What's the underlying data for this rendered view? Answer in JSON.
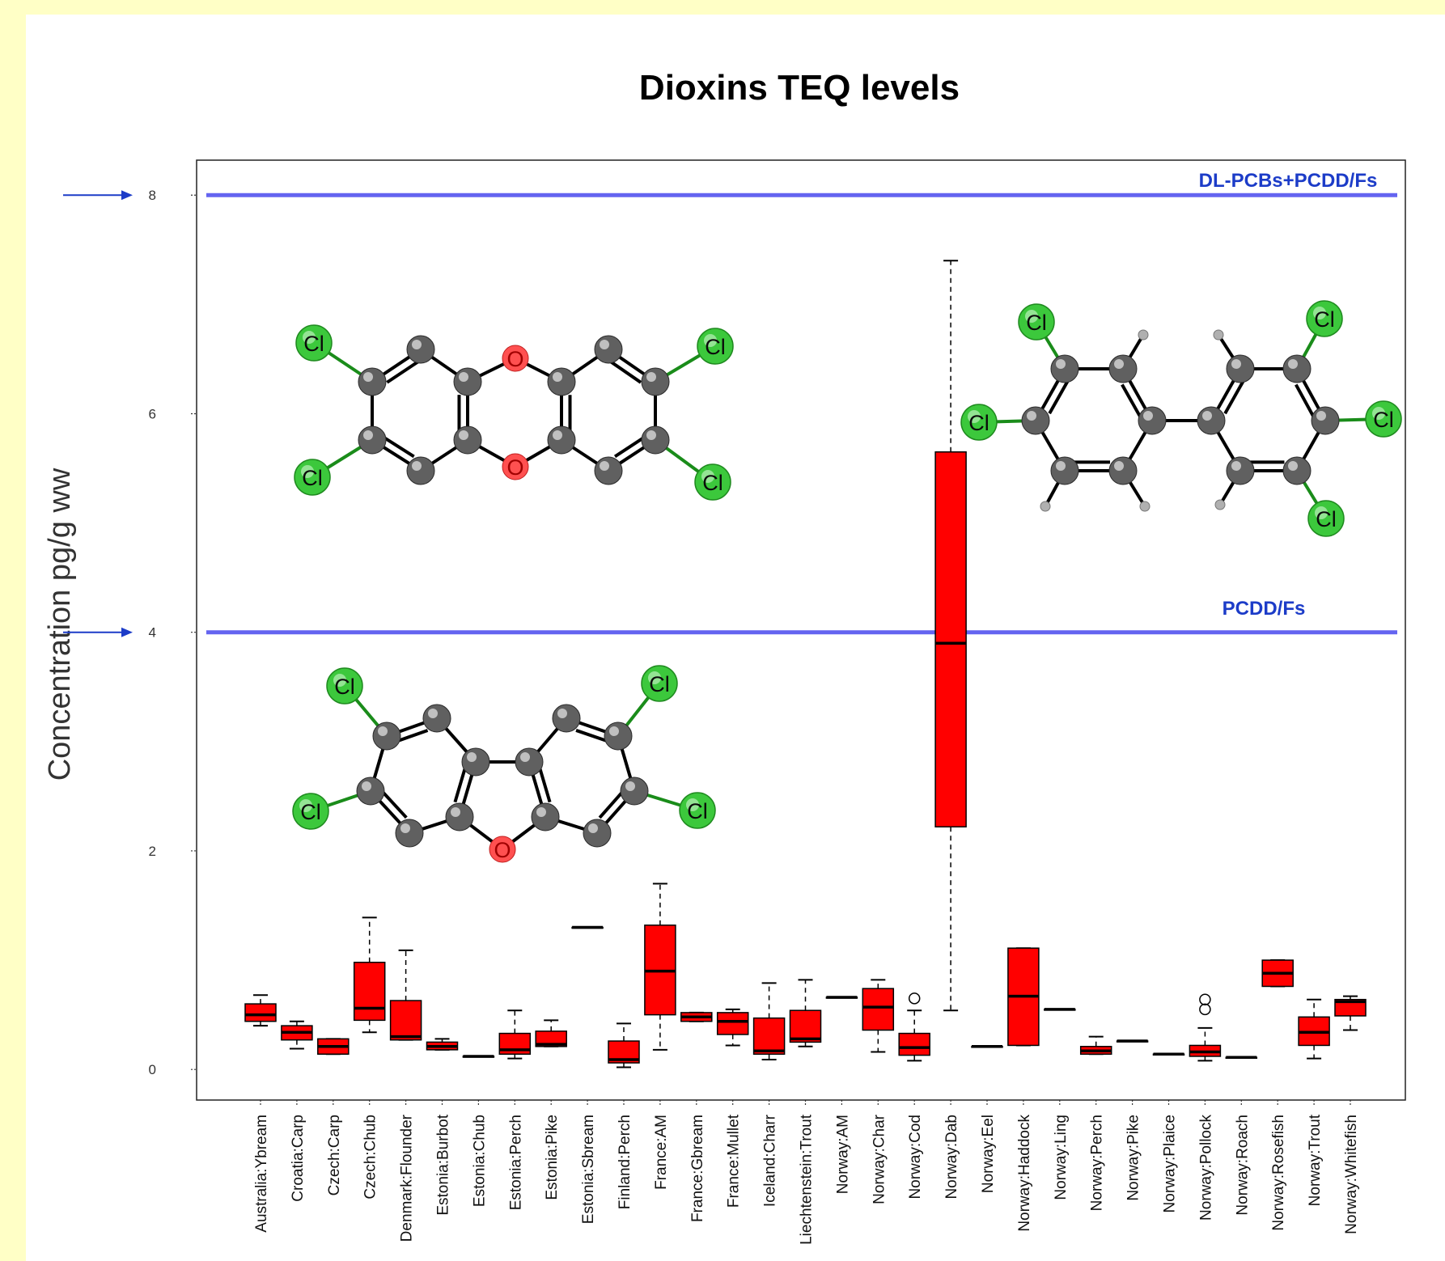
{
  "chart_data": {
    "type": "box",
    "title": "Dioxins TEQ levels",
    "xlabel": "",
    "ylabel": "Concentration pg/g ww",
    "ylim": [
      -0.28,
      8.32
    ],
    "yticks": [
      0,
      2,
      4,
      6,
      8
    ],
    "grid": false,
    "reference_lines": [
      {
        "label": "DL-PCBs+PCDD/Fs",
        "value": 8
      },
      {
        "label": "PCDD/Fs",
        "value": 4
      }
    ],
    "molecule_atom_label_chlorine": "Cl",
    "molecule_atom_label_oxygen": "O",
    "categories": [
      "Australia:Ybream",
      "Croatia:Carp",
      "Czech:Carp",
      "Czech:Chub",
      "Denmark:Flounder",
      "Estonia:Burbot",
      "Estonia:Chub",
      "Estonia:Perch",
      "Estonia:Pike",
      "Estonia:Sbream",
      "Finland:Perch",
      "France:AM",
      "France:Gbream",
      "France:Mullet",
      "Iceland:Charr",
      "Liechtenstein:Trout",
      "Norway:AM",
      "Norway:Char",
      "Norway:Cod",
      "Norway:Dab",
      "Norway:Eel",
      "Norway:Haddock",
      "Norway:Ling",
      "Norway:Perch",
      "Norway:Pike",
      "Norway:Plaice",
      "Norway:Pollock",
      "Norway:Roach",
      "Norway:Rosefish",
      "Norway:Trout",
      "Norway:Whitefish"
    ],
    "boxes": [
      {
        "min": 0.4,
        "q1": 0.44,
        "median": 0.5,
        "q3": 0.6,
        "max": 0.68,
        "outliers": []
      },
      {
        "min": 0.19,
        "q1": 0.27,
        "median": 0.34,
        "q3": 0.4,
        "max": 0.44,
        "outliers": []
      },
      {
        "min": 0.14,
        "q1": 0.14,
        "median": 0.21,
        "q3": 0.28,
        "max": 0.28,
        "outliers": []
      },
      {
        "min": 0.34,
        "q1": 0.45,
        "median": 0.56,
        "q3": 0.98,
        "max": 1.39,
        "outliers": []
      },
      {
        "min": 0.27,
        "q1": 0.27,
        "median": 0.3,
        "q3": 0.63,
        "max": 1.09,
        "outliers": []
      },
      {
        "min": 0.18,
        "q1": 0.18,
        "median": 0.21,
        "q3": 0.25,
        "max": 0.28,
        "outliers": []
      },
      {
        "min": 0.12,
        "q1": 0.12,
        "median": 0.12,
        "q3": 0.12,
        "max": 0.12,
        "outliers": []
      },
      {
        "min": 0.1,
        "q1": 0.14,
        "median": 0.18,
        "q3": 0.33,
        "max": 0.54,
        "outliers": []
      },
      {
        "min": 0.21,
        "q1": 0.21,
        "median": 0.23,
        "q3": 0.35,
        "max": 0.45,
        "outliers": []
      },
      {
        "min": 1.3,
        "q1": 1.3,
        "median": 1.3,
        "q3": 1.3,
        "max": 1.3,
        "outliers": []
      },
      {
        "min": 0.02,
        "q1": 0.06,
        "median": 0.09,
        "q3": 0.26,
        "max": 0.42,
        "outliers": []
      },
      {
        "min": 0.18,
        "q1": 0.5,
        "median": 0.9,
        "q3": 1.32,
        "max": 1.7,
        "outliers": []
      },
      {
        "min": 0.44,
        "q1": 0.44,
        "median": 0.48,
        "q3": 0.52,
        "max": 0.52,
        "outliers": []
      },
      {
        "min": 0.22,
        "q1": 0.32,
        "median": 0.44,
        "q3": 0.52,
        "max": 0.55,
        "outliers": []
      },
      {
        "min": 0.09,
        "q1": 0.14,
        "median": 0.17,
        "q3": 0.47,
        "max": 0.79,
        "outliers": []
      },
      {
        "min": 0.21,
        "q1": 0.25,
        "median": 0.28,
        "q3": 0.54,
        "max": 0.82,
        "outliers": []
      },
      {
        "min": 0.66,
        "q1": 0.66,
        "median": 0.66,
        "q3": 0.66,
        "max": 0.66,
        "outliers": []
      },
      {
        "min": 0.16,
        "q1": 0.36,
        "median": 0.57,
        "q3": 0.74,
        "max": 0.82,
        "outliers": []
      },
      {
        "min": 0.08,
        "q1": 0.13,
        "median": 0.2,
        "q3": 0.33,
        "max": 0.54,
        "outliers": [
          0.65
        ]
      },
      {
        "min": 0.54,
        "q1": 2.22,
        "median": 3.9,
        "q3": 5.65,
        "max": 7.4,
        "outliers": []
      },
      {
        "min": 0.21,
        "q1": 0.21,
        "median": 0.21,
        "q3": 0.21,
        "max": 0.21,
        "outliers": []
      },
      {
        "min": 0.22,
        "q1": 0.22,
        "median": 0.67,
        "q3": 1.11,
        "max": 1.11,
        "outliers": []
      },
      {
        "min": 0.55,
        "q1": 0.55,
        "median": 0.55,
        "q3": 0.55,
        "max": 0.55,
        "outliers": []
      },
      {
        "min": 0.14,
        "q1": 0.14,
        "median": 0.17,
        "q3": 0.21,
        "max": 0.3,
        "outliers": []
      },
      {
        "min": 0.26,
        "q1": 0.26,
        "median": 0.26,
        "q3": 0.26,
        "max": 0.26,
        "outliers": []
      },
      {
        "min": 0.14,
        "q1": 0.14,
        "median": 0.14,
        "q3": 0.14,
        "max": 0.14,
        "outliers": []
      },
      {
        "min": 0.08,
        "q1": 0.12,
        "median": 0.16,
        "q3": 0.22,
        "max": 0.38,
        "outliers": [
          0.55,
          0.64
        ]
      },
      {
        "min": 0.11,
        "q1": 0.11,
        "median": 0.11,
        "q3": 0.11,
        "max": 0.11,
        "outliers": []
      },
      {
        "min": 0.76,
        "q1": 0.76,
        "median": 0.88,
        "q3": 1.0,
        "max": 1.0,
        "outliers": []
      },
      {
        "min": 0.1,
        "q1": 0.22,
        "median": 0.34,
        "q3": 0.48,
        "max": 0.64,
        "outliers": []
      },
      {
        "min": 0.36,
        "q1": 0.49,
        "median": 0.62,
        "q3": 0.64,
        "max": 0.67,
        "outliers": []
      }
    ],
    "colors": {
      "box_fill": "#ff0000",
      "box_edge": "#000000",
      "reference_line": "#6464f0",
      "reference_label": "#1c3cc8",
      "arrow": "#1c3cc8",
      "chlorine": "#3cc83c",
      "carbon": "#606060",
      "oxygen": "#ff5050",
      "page_background": "#ffffc6"
    }
  }
}
